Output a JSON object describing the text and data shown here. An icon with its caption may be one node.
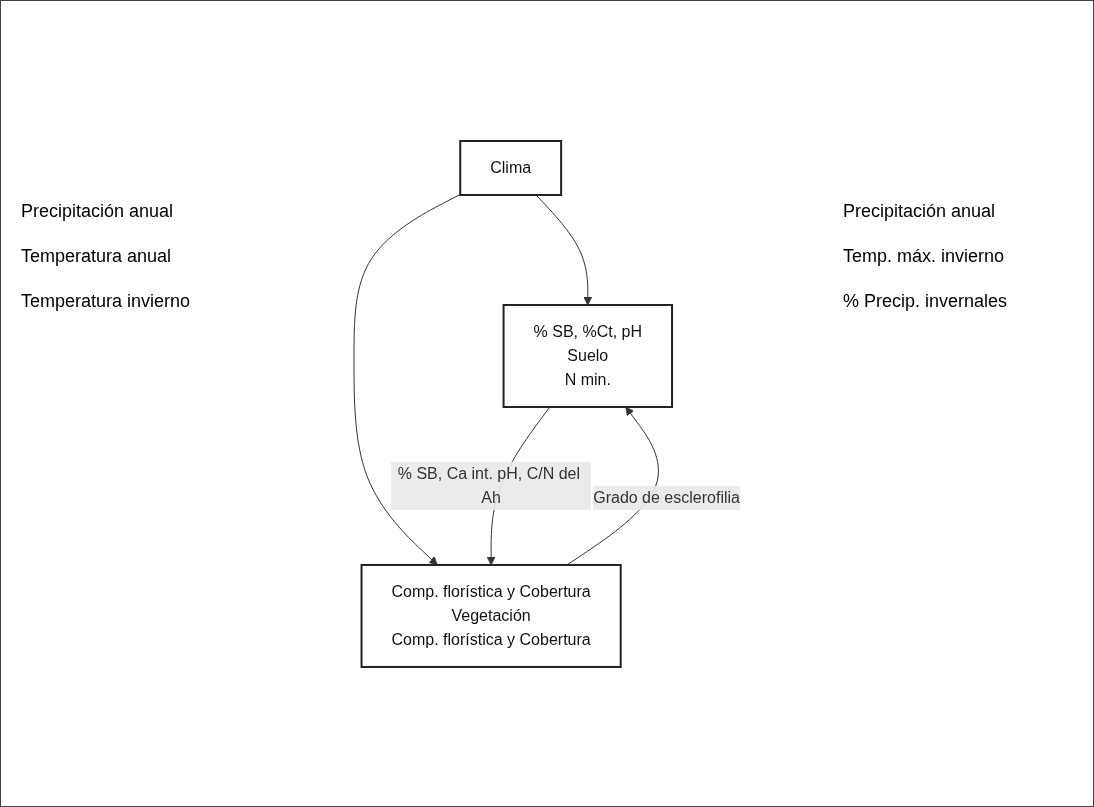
{
  "diagram": {
    "nodes": [
      {
        "text": [
          "Clima"
        ]
      },
      {
        "text": [
          "% SB, %Ct, pH",
          "Suelo",
          "N min."
        ]
      },
      {
        "text": [
          "Comp. florística y Cobertura",
          "Vegetación",
          "Comp. florística y Cobertura"
        ]
      }
    ],
    "edges": [
      {
        "from": 0,
        "to": 1,
        "arrow": "to"
      },
      {
        "from": 0,
        "to": 2,
        "arrow": "to"
      },
      {
        "from": 1,
        "to": 2,
        "arrow": "to",
        "label": "% SB, Ca int. pH, C/N del Ah"
      },
      {
        "from": 2,
        "to": 1,
        "arrow": "to",
        "label": "Grado de esclerofilia"
      }
    ],
    "labels": [
      "Precipitación anual",
      "Precipitación anual",
      "Temperatura anual",
      "Temp. máx. invierno",
      "Temperatura invierno",
      "% Precip. invernales"
    ]
  }
}
